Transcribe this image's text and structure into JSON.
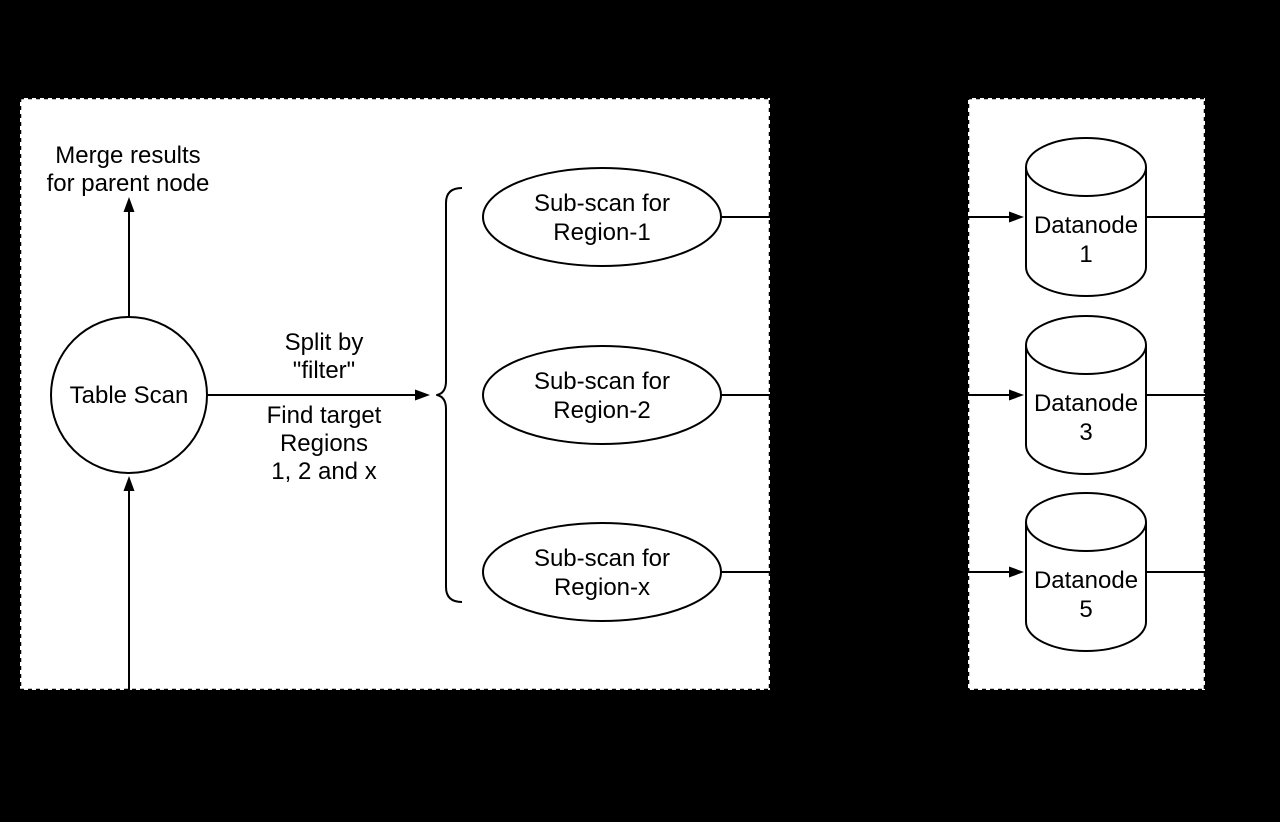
{
  "colors": {
    "background": "#000000",
    "shape_fill": "#ffffff",
    "stroke": "#000000"
  },
  "left_panel": {
    "merge_label": {
      "line1": "Merge results",
      "line2": "for parent node"
    },
    "table_scan": {
      "label": "Table Scan"
    },
    "split_label": {
      "line1": "Split by",
      "line2": "\"filter\""
    },
    "find_label": {
      "line1": "Find target",
      "line2": "Regions",
      "line3": "1, 2 and x"
    },
    "sub_scans": [
      {
        "line1": "Sub-scan for",
        "line2": "Region-1"
      },
      {
        "line1": "Sub-scan for",
        "line2": "Region-2"
      },
      {
        "line1": "Sub-scan for",
        "line2": "Region-x"
      }
    ]
  },
  "right_panel": {
    "datanodes": [
      {
        "line1": "Datanode",
        "line2": "1"
      },
      {
        "line1": "Datanode",
        "line2": "3"
      },
      {
        "line1": "Datanode",
        "line2": "5"
      }
    ]
  }
}
